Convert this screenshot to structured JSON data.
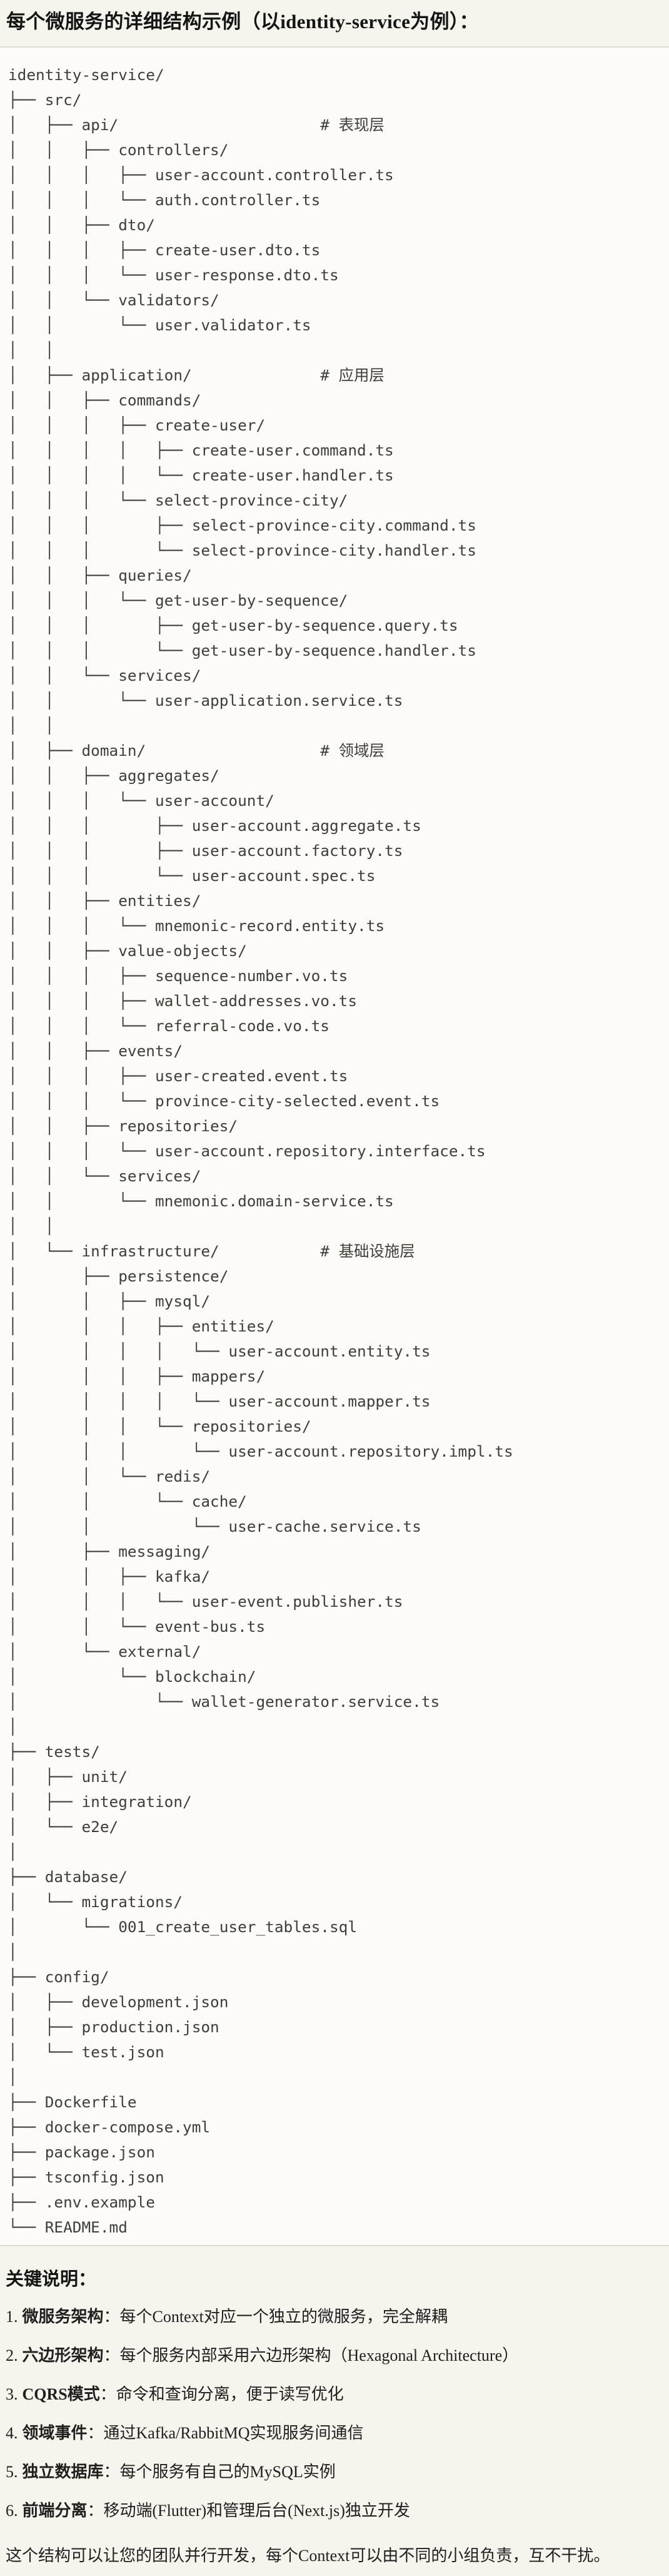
{
  "title": "每个微服务的详细结构示例（以identity-service为例）：",
  "colors": {
    "page_background": "#f5f4ed",
    "code_background": "#fcfbf7",
    "code_border": "#dedcd4",
    "code_text": "#3e3e3a",
    "heading_text": "#141413",
    "body_text": "#21201e"
  },
  "tree": {
    "lines": [
      "identity-service/",
      "├── src/",
      "│   ├── api/                      # 表现层",
      "│   │   ├── controllers/",
      "│   │   │   ├── user-account.controller.ts",
      "│   │   │   └── auth.controller.ts",
      "│   │   ├── dto/",
      "│   │   │   ├── create-user.dto.ts",
      "│   │   │   └── user-response.dto.ts",
      "│   │   └── validators/",
      "│   │       └── user.validator.ts",
      "│   │",
      "│   ├── application/              # 应用层",
      "│   │   ├── commands/",
      "│   │   │   ├── create-user/",
      "│   │   │   │   ├── create-user.command.ts",
      "│   │   │   │   └── create-user.handler.ts",
      "│   │   │   └── select-province-city/",
      "│   │   │       ├── select-province-city.command.ts",
      "│   │   │       └── select-province-city.handler.ts",
      "│   │   ├── queries/",
      "│   │   │   └── get-user-by-sequence/",
      "│   │   │       ├── get-user-by-sequence.query.ts",
      "│   │   │       └── get-user-by-sequence.handler.ts",
      "│   │   └── services/",
      "│   │       └── user-application.service.ts",
      "│   │",
      "│   ├── domain/                   # 领域层",
      "│   │   ├── aggregates/",
      "│   │   │   └── user-account/",
      "│   │   │       ├── user-account.aggregate.ts",
      "│   │   │       ├── user-account.factory.ts",
      "│   │   │       └── user-account.spec.ts",
      "│   │   ├── entities/",
      "│   │   │   └── mnemonic-record.entity.ts",
      "│   │   ├── value-objects/",
      "│   │   │   ├── sequence-number.vo.ts",
      "│   │   │   ├── wallet-addresses.vo.ts",
      "│   │   │   └── referral-code.vo.ts",
      "│   │   ├── events/",
      "│   │   │   ├── user-created.event.ts",
      "│   │   │   └── province-city-selected.event.ts",
      "│   │   ├── repositories/",
      "│   │   │   └── user-account.repository.interface.ts",
      "│   │   └── services/",
      "│   │       └── mnemonic.domain-service.ts",
      "│   │",
      "│   └── infrastructure/           # 基础设施层",
      "│       ├── persistence/",
      "│       │   ├── mysql/",
      "│       │   │   ├── entities/",
      "│       │   │   │   └── user-account.entity.ts",
      "│       │   │   ├── mappers/",
      "│       │   │   │   └── user-account.mapper.ts",
      "│       │   │   └── repositories/",
      "│       │   │       └── user-account.repository.impl.ts",
      "│       │   └── redis/",
      "│       │       └── cache/",
      "│       │           └── user-cache.service.ts",
      "│       ├── messaging/",
      "│       │   ├── kafka/",
      "│       │   │   └── user-event.publisher.ts",
      "│       │   └── event-bus.ts",
      "│       └── external/",
      "│           └── blockchain/",
      "│               └── wallet-generator.service.ts",
      "│",
      "├── tests/",
      "│   ├── unit/",
      "│   ├── integration/",
      "│   └── e2e/",
      "│",
      "├── database/",
      "│   └── migrations/",
      "│       └── 001_create_user_tables.sql",
      "│",
      "├── config/",
      "│   ├── development.json",
      "│   ├── production.json",
      "│   └── test.json",
      "│",
      "├── Dockerfile",
      "├── docker-compose.yml",
      "├── package.json",
      "├── tsconfig.json",
      "├── .env.example",
      "└── README.md"
    ]
  },
  "notes": {
    "heading": "关键说明：",
    "items": [
      {
        "num": "1.",
        "label": "微服务架构",
        "text": "：每个Context对应一个独立的微服务，完全解耦"
      },
      {
        "num": "2.",
        "label": "六边形架构",
        "text": "：每个服务内部采用六边形架构（Hexagonal Architecture）"
      },
      {
        "num": "3.",
        "label": "CQRS模式",
        "text": "：命令和查询分离，便于读写优化"
      },
      {
        "num": "4.",
        "label": "领域事件",
        "text": "：通过Kafka/RabbitMQ实现服务间通信"
      },
      {
        "num": "5.",
        "label": "独立数据库",
        "text": "：每个服务有自己的MySQL实例"
      },
      {
        "num": "6.",
        "label": "前端分离",
        "text": "：移动端(Flutter)和管理后台(Next.js)独立开发"
      }
    ],
    "footer": "这个结构可以让您的团队并行开发，每个Context可以由不同的小组负责，互不干扰。"
  }
}
